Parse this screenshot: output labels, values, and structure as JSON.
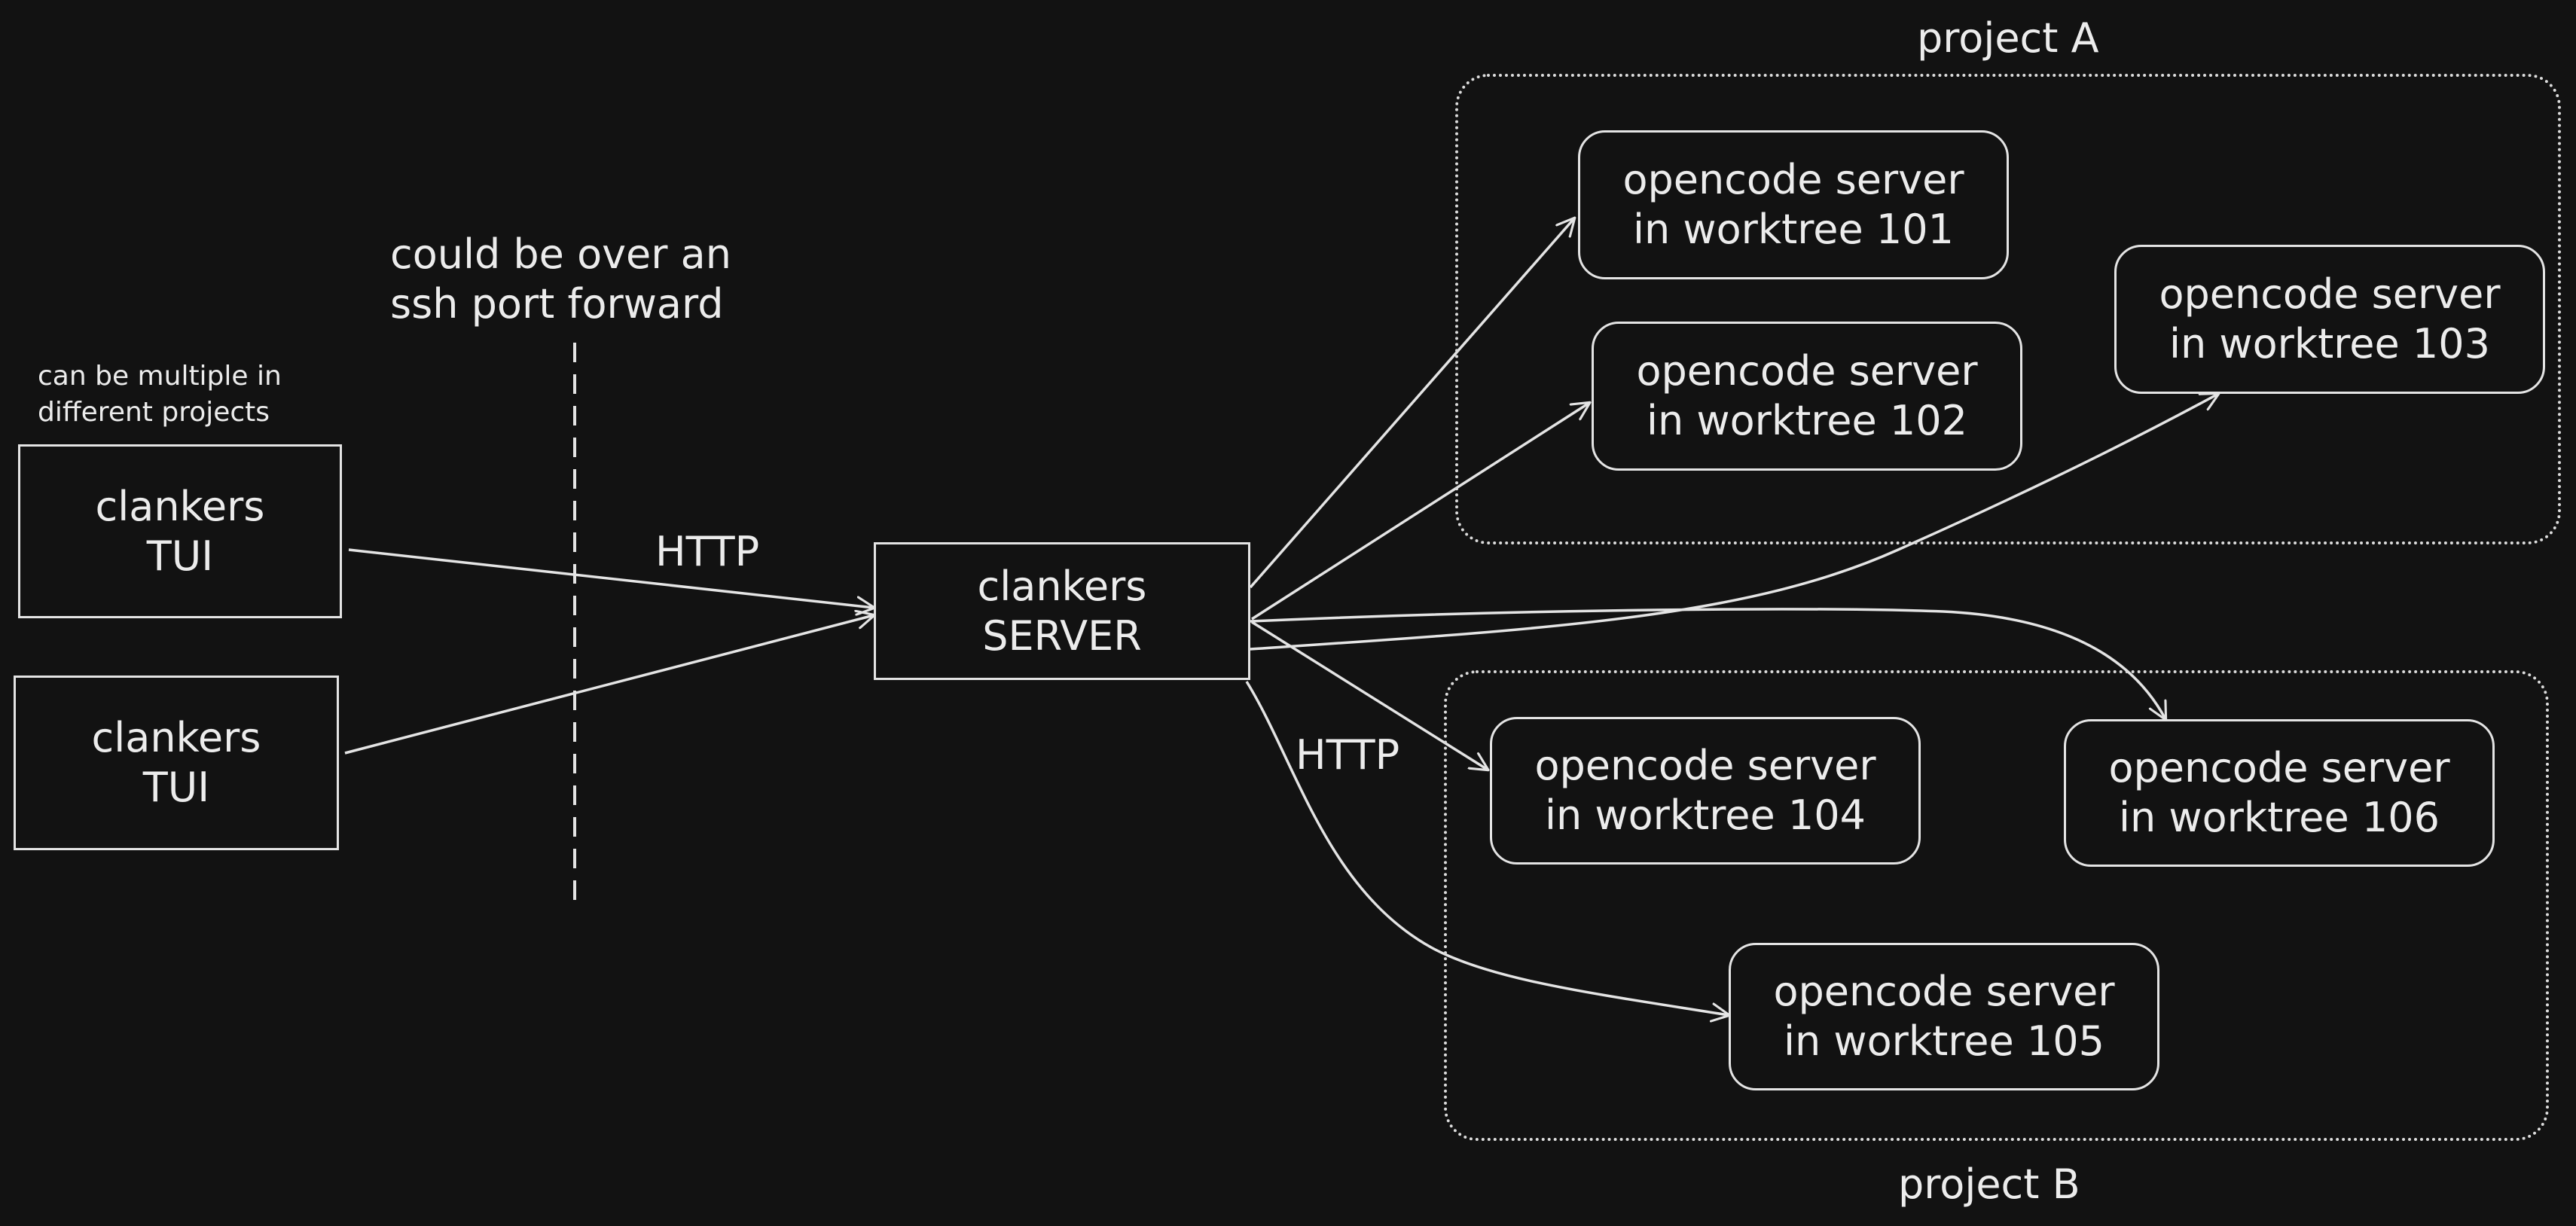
{
  "tuis": [
    {
      "line1": "clankers",
      "line2": "TUI"
    },
    {
      "line1": "clankers",
      "line2": "TUI"
    }
  ],
  "tui_note": {
    "line1": "can be multiple in",
    "line2": "different projects"
  },
  "ssh_note": {
    "line1": "could be over an",
    "line2": "ssh port forward"
  },
  "http_label_left": "HTTP",
  "http_label_right": "HTTP",
  "server": {
    "line1": "clankers",
    "line2": "SERVER"
  },
  "groups": {
    "project_a": "project A",
    "project_b": "project B"
  },
  "workers": [
    {
      "line1": "opencode server",
      "line2": "in worktree 101"
    },
    {
      "line1": "opencode server",
      "line2": "in worktree 102"
    },
    {
      "line1": "opencode server",
      "line2": "in worktree 103"
    },
    {
      "line1": "opencode server",
      "line2": "in worktree 104"
    },
    {
      "line1": "opencode server",
      "line2": "in worktree 105"
    },
    {
      "line1": "opencode server",
      "line2": "in worktree 106"
    }
  ]
}
